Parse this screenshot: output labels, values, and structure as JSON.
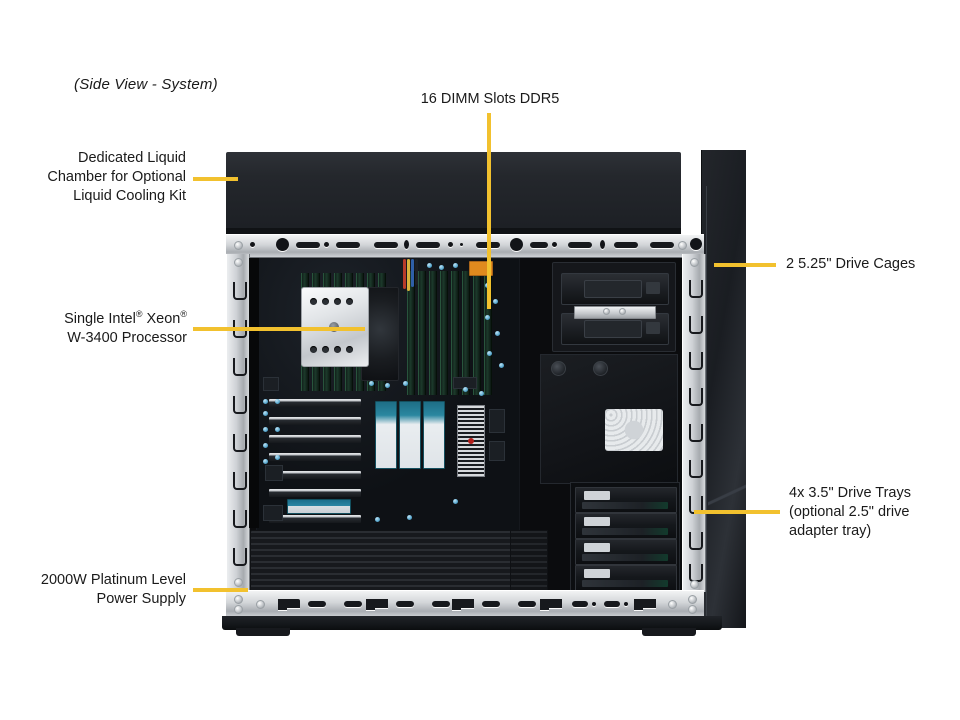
{
  "figure": {
    "caption": "(Side View - System)",
    "accent_color": "#f2c12e",
    "background_color": "#ffffff"
  },
  "callouts": [
    {
      "id": "liquid-chamber",
      "lines": [
        "Dedicated Liquid",
        "Chamber for Optional",
        "Liquid Cooling Kit"
      ],
      "align": "right",
      "side": "left"
    },
    {
      "id": "dimm-slots",
      "lines": [
        "16 DIMM Slots DDR5"
      ],
      "align": "center",
      "side": "top"
    },
    {
      "id": "cpu",
      "lines": [
        "Single Intel® Xeon®",
        "W-3400 Processor"
      ],
      "align": "right",
      "side": "left"
    },
    {
      "id": "drive-cages",
      "lines": [
        "2 5.25\" Drive Cages"
      ],
      "align": "left",
      "side": "right"
    },
    {
      "id": "drive-trays",
      "lines": [
        "4x 3.5\" Drive Trays",
        "(optional 2.5\" drive",
        "adapter tray)"
      ],
      "align": "left",
      "side": "right"
    },
    {
      "id": "power-supply",
      "lines": [
        "2000W Platinum Level",
        "Power Supply"
      ],
      "align": "right",
      "side": "left"
    }
  ],
  "callout_text": {
    "liquid_chamber_l1": "Dedicated Liquid",
    "liquid_chamber_l2": "Chamber for Optional",
    "liquid_chamber_l3": "Liquid Cooling Kit",
    "dimm_slots": "16 DIMM Slots DDR5",
    "cpu_prefix": "Single Intel",
    "cpu_mid": " Xeon",
    "cpu_l2": "W-3400 Processor",
    "reg_mark": "®",
    "drive_cages": "2 5.25\" Drive Cages",
    "drive_trays_l1": "4x 3.5\" Drive Trays",
    "drive_trays_l2": "(optional 2.5\" drive",
    "drive_trays_l3": "adapter tray)",
    "power_supply_l1": "2000W Platinum Level",
    "power_supply_l2": "Power Supply"
  },
  "hardware": {
    "dimm_slot_count": 16,
    "dimm_bank_left_count": 8,
    "dimm_bank_right_count": 8,
    "pcie_slot_count": 7,
    "m2_module_count": 3,
    "drive_cage_count": 2,
    "drive_tray_count": 4,
    "psu_watts": "2000W",
    "psu_rating": "Platinum Level",
    "cpu_family": "Intel Xeon W-3400",
    "memory_type": "DDR5",
    "cage_size": "5.25\"",
    "tray_size": "3.5\"",
    "adapter_size": "2.5\""
  }
}
